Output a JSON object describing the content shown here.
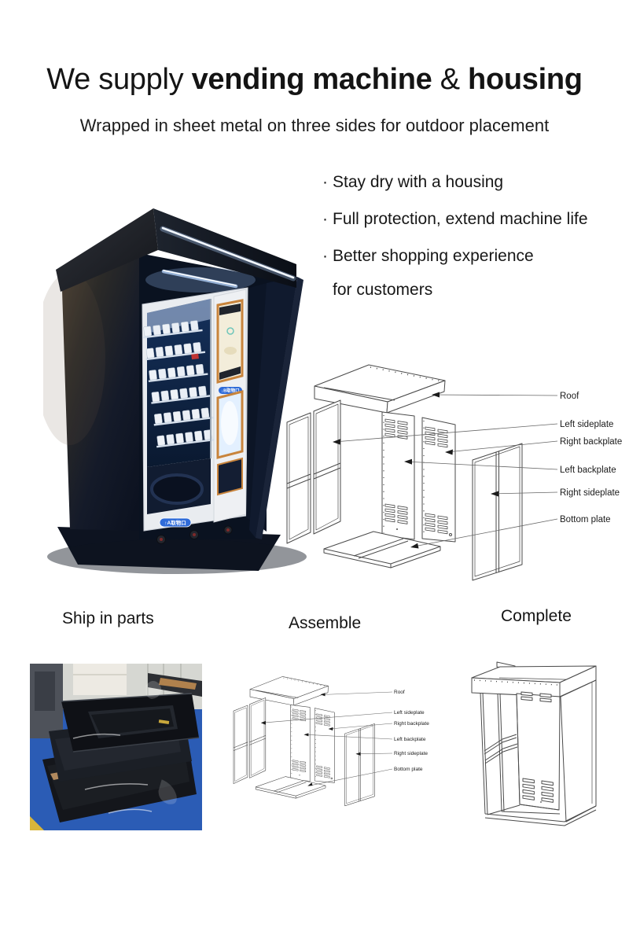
{
  "header": {
    "title_part1": "We supply ",
    "title_bold1": "vending machine",
    "title_part2": " & ",
    "title_bold2": "housing",
    "subtitle": "Wrapped in sheet metal on three sides for outdoor placement"
  },
  "benefits": {
    "bullet": "·",
    "items": [
      {
        "line1": "Stay dry with a housing"
      },
      {
        "line1": "Full protection, extend machine life"
      },
      {
        "line1": "Better shopping experience",
        "line2": "for customers"
      }
    ]
  },
  "diagram_labels": [
    "Roof",
    "Left sideplate",
    "Right backplate",
    "Left backplate",
    "Right sideplate",
    "Bottom plate"
  ],
  "steps": {
    "ship": "Ship in parts",
    "assemble": "Assemble",
    "complete": "Complete"
  },
  "machine": {
    "pickup_a": "↑A取物口",
    "pickup_b": "↓B取物口"
  },
  "colors": {
    "housing_navy": "#101a2e",
    "floor_blue": "#2b5cb5",
    "screen_frame_orange": "#c8843c",
    "pickup_label_blue": "#2f6bd8"
  }
}
